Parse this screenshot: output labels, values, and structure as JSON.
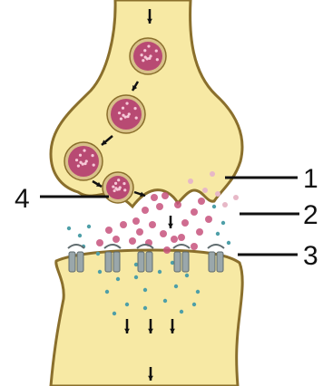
{
  "labels": [
    "1",
    "2",
    "3",
    "4"
  ],
  "colors": {
    "membrane_fill": "#f7e9a4",
    "membrane_stroke": "#8a6f2c",
    "vesicle_fill": "#b84a73",
    "vesicle_rim": "#d8c189",
    "vesicle_dots": "#f6c9d8",
    "neurotransmitter": "#c7527c",
    "ions": "#4e9fa8",
    "receptor": "#9aa7ab",
    "arrow": "#111111",
    "leader_line": "#111111"
  },
  "icons": [
    "vesicle-icon",
    "arrow-down-icon",
    "receptor-channel-icon"
  ]
}
